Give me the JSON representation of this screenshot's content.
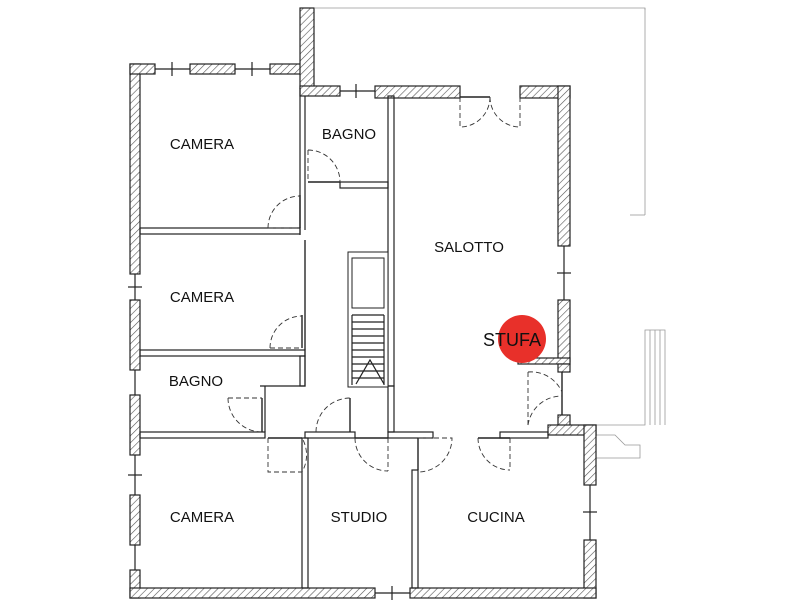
{
  "rooms": [
    {
      "id": "camera-1",
      "label": "CAMERA"
    },
    {
      "id": "bagno-1",
      "label": "BAGNO"
    },
    {
      "id": "camera-2",
      "label": "CAMERA"
    },
    {
      "id": "bagno-2",
      "label": "BAGNO"
    },
    {
      "id": "salotto",
      "label": "SALOTTO"
    },
    {
      "id": "camera-3",
      "label": "CAMERA"
    },
    {
      "id": "studio",
      "label": "STUDIO"
    },
    {
      "id": "cucina",
      "label": "CUCINA"
    }
  ],
  "stove": {
    "label": "STUFA",
    "color": "#e8302a"
  },
  "colors": {
    "wall": "#222222",
    "hatch": "#555555",
    "terrace": "#999999"
  }
}
